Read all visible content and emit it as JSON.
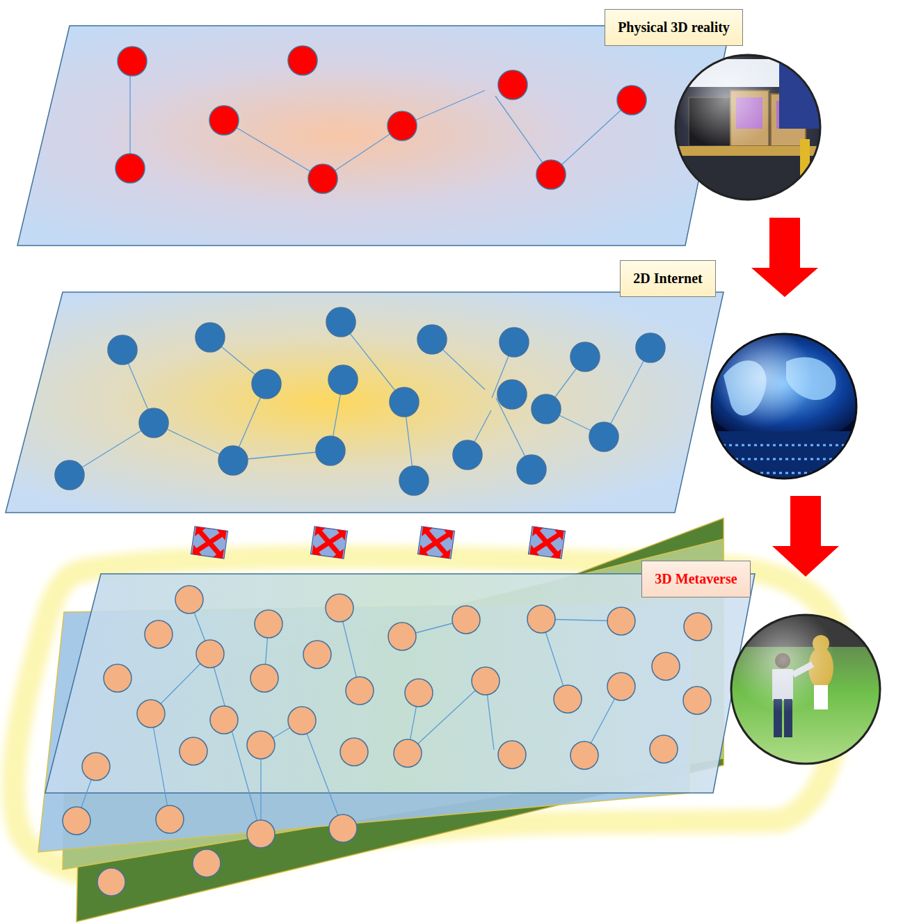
{
  "diagram": {
    "nodes": [
      {
        "text": [
          "Physical 3D reality"
        ]
      },
      {
        "text": [
          "2D Internet"
        ]
      },
      {
        "text": [
          "3D Metaverse"
        ]
      }
    ]
  }
}
